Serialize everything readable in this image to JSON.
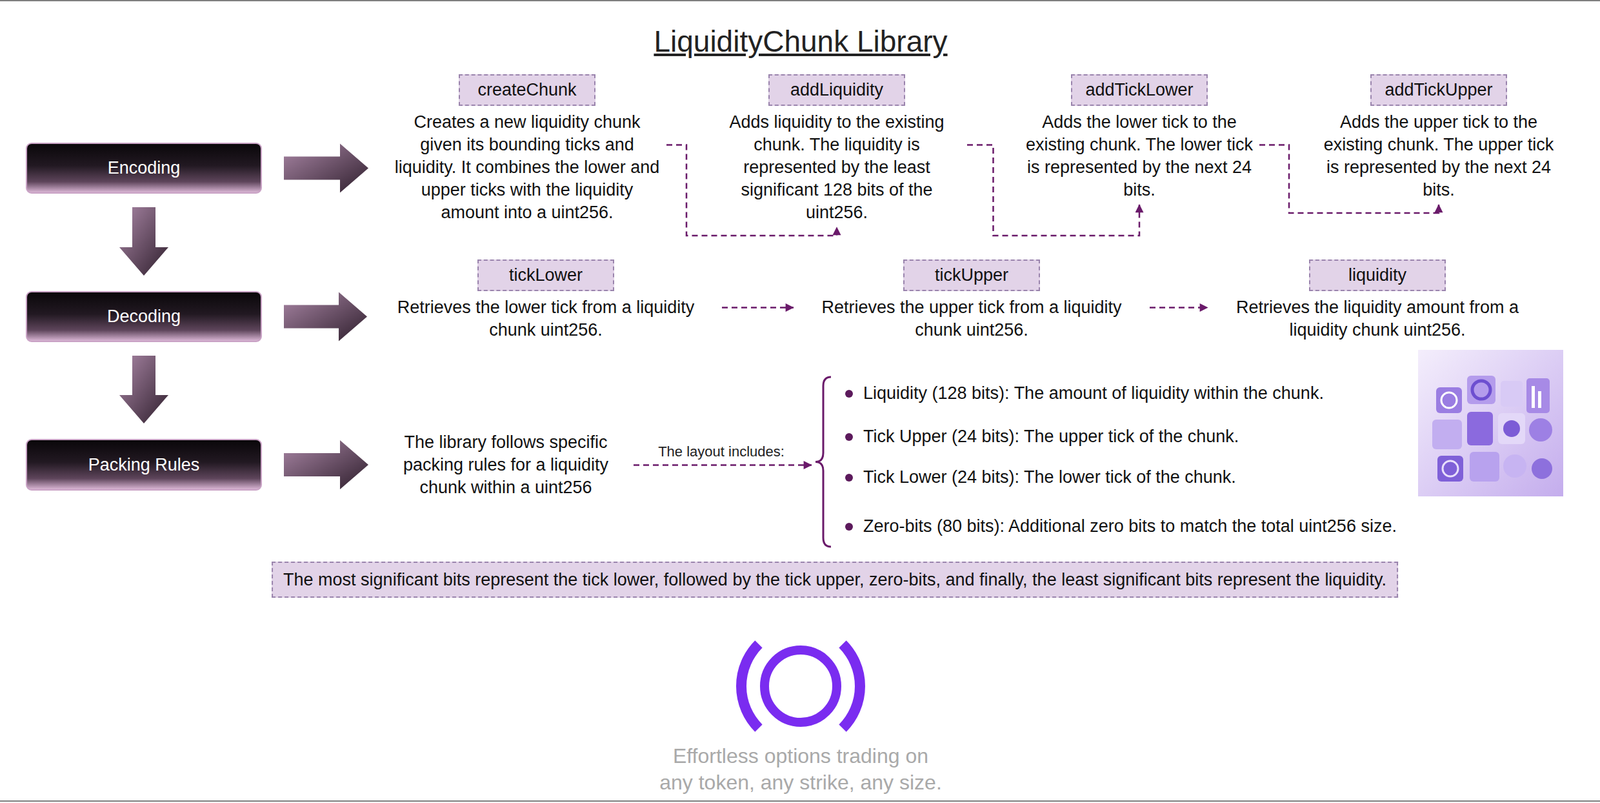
{
  "diagram": {
    "title": "LiquidityChunk Library",
    "nodes": [
      {
        "text": [
          "Encoding"
        ]
      },
      {
        "text": [
          "Decoding"
        ]
      },
      {
        "text": [
          "Packing Rules"
        ]
      },
      {
        "text": [
          "createChunk",
          "Creates a new liquidity chunk given its bounding ticks and liquidity. It combines the lower and upper ticks with the liquidity amount into a uint256."
        ]
      },
      {
        "text": [
          "addLiquidity",
          "Adds liquidity to the existing chunk. The liquidity is represented by the least significant 128 bits of the uint256."
        ]
      },
      {
        "text": [
          "addTickLower",
          "Adds the lower tick to the existing chunk. The lower tick is represented by the next 24 bits."
        ]
      },
      {
        "text": [
          "addTickUpper",
          "Adds the upper tick to the existing chunk. The upper tick is represented by the next 24 bits."
        ]
      },
      {
        "text": [
          "tickLower",
          "Retrieves the lower tick from a liquidity chunk uint256."
        ]
      },
      {
        "text": [
          "tickUpper",
          "Retrieves the upper tick from a liquidity chunk uint256."
        ]
      },
      {
        "text": [
          "liquidity",
          "Retrieves the liquidity amount from a liquidity chunk uint256."
        ]
      },
      {
        "text": [
          "The library follows specific packing rules for a liquidity chunk within a uint256"
        ]
      },
      {
        "text": [
          "Liquidity (128 bits): The amount of liquidity within the chunk.",
          "Tick Upper (24 bits): The upper tick of the chunk.",
          "Tick Lower (24 bits): The lower tick of the chunk.",
          "Zero-bits (80 bits): Additional zero bits to match the total uint256 size."
        ]
      },
      {
        "text": [
          "The most significant bits represent the tick lower, followed by the tick upper, zero-bits, and finally, the least significant bits represent the liquidity."
        ]
      }
    ],
    "edges": [
      {
        "from": 0,
        "to": 1,
        "arrow": "to"
      },
      {
        "from": 1,
        "to": 2,
        "arrow": "to"
      },
      {
        "from": 0,
        "to": 3,
        "arrow": "to"
      },
      {
        "from": 1,
        "to": 7,
        "arrow": "to"
      },
      {
        "from": 2,
        "to": 10,
        "arrow": "to"
      },
      {
        "from": 3,
        "to": 4,
        "arrow": "to"
      },
      {
        "from": 4,
        "to": 5,
        "arrow": "to"
      },
      {
        "from": 5,
        "to": 6,
        "arrow": "to"
      },
      {
        "from": 7,
        "to": 8,
        "arrow": "to"
      },
      {
        "from": 8,
        "to": 9,
        "arrow": "to"
      },
      {
        "from": 10,
        "to": 11,
        "label": "The layout includes:",
        "arrow": "to"
      }
    ],
    "labels": [
      "Effortless options trading on any token, any strike, any size."
    ]
  }
}
